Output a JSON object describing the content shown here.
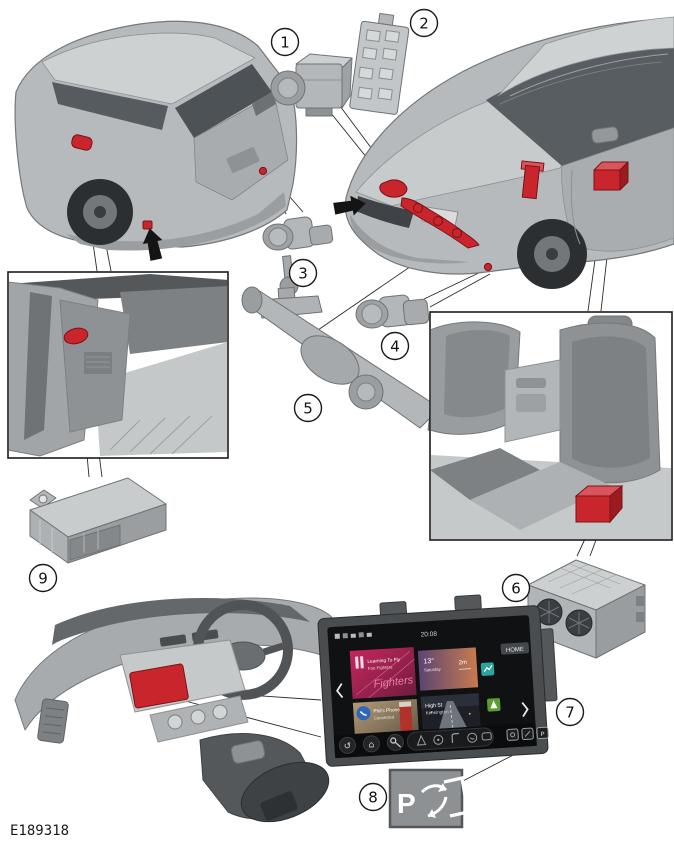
{
  "figure": {
    "reference": "E189318"
  },
  "callouts": [
    {
      "number": "1",
      "name": "abs-hydraulic-control-module"
    },
    {
      "number": "2",
      "name": "module-mounting-bracket"
    },
    {
      "number": "3",
      "name": "rear-parking-aid-sensor"
    },
    {
      "number": "4",
      "name": "front-parking-aid-sensor"
    },
    {
      "number": "5",
      "name": "electric-power-steering-rack"
    },
    {
      "number": "6",
      "name": "amplifier-module"
    },
    {
      "number": "7",
      "name": "touchscreen-display"
    },
    {
      "number": "8",
      "name": "park-assist-softkey"
    },
    {
      "number": "9",
      "name": "parking-aid-control-module"
    }
  ],
  "touchscreen": {
    "status_time": "20:08",
    "home_button": "HOME",
    "media_tile": {
      "title": "Learning To Fly",
      "artist": "Foo Fighters",
      "artist_script": "Fighters"
    },
    "phone_tile": {
      "line1": "Phil's Phone",
      "line2": "Connected"
    },
    "weather_tile": {
      "temp": "13°",
      "day": "Saturday",
      "eta": "2m"
    },
    "nav_tile": {
      "line1": "High St",
      "line2": "Kensington"
    }
  },
  "screen_icons": {
    "back": "↺",
    "home_glyph": "⌂"
  },
  "park_assist_icon": {
    "letter": "P"
  },
  "colors": {
    "highlight_red": "#c8252c",
    "highlight_red_dark": "#7c1217",
    "body_gray": "#b7babc",
    "callout_stroke": "#1a1a1a"
  }
}
